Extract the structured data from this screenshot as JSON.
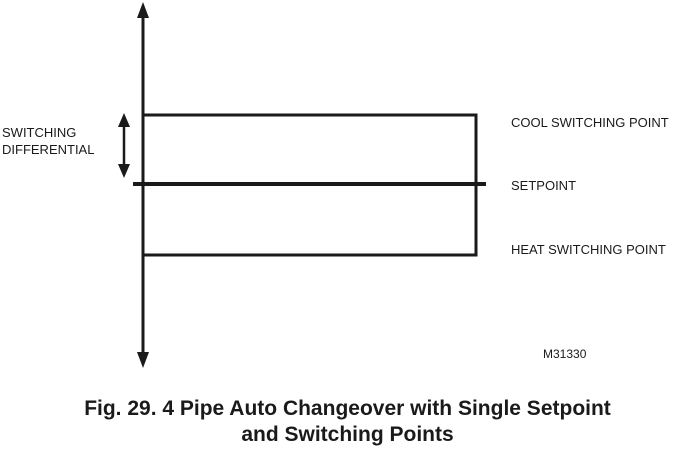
{
  "diagram": {
    "labels": {
      "switching_differential_line1": "SWITCHING",
      "switching_differential_line2": "DIFFERENTIAL",
      "cool_switching_point": "COOL SWITCHING POINT",
      "setpoint": "SETPOINT",
      "heat_switching_point": "HEAT SWITCHING POINT"
    },
    "figure_id": "M31330",
    "line_color": "#1a1a1a"
  },
  "caption": {
    "line1": "Fig. 29. 4 Pipe Auto Changeover with Single Setpoint",
    "line2": "and Switching Points"
  }
}
